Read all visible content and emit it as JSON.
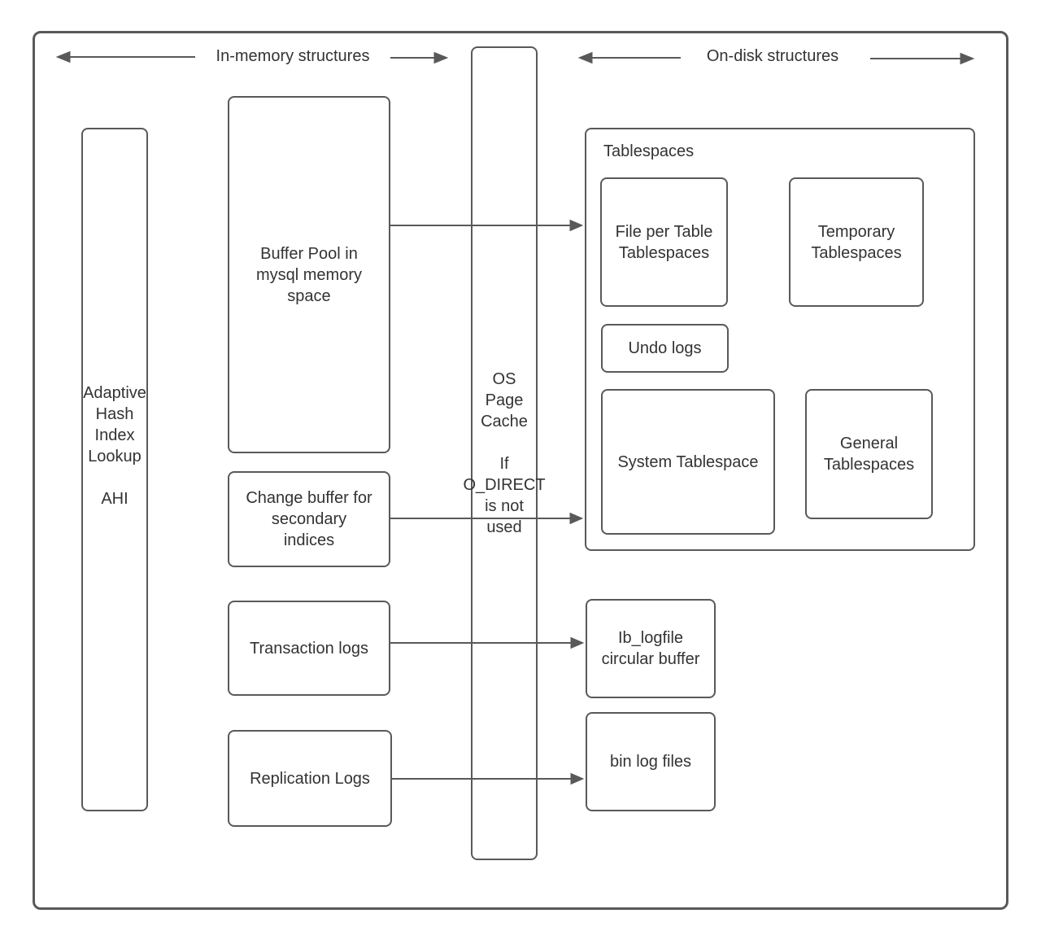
{
  "headers": {
    "in_memory": "In-memory structures",
    "on_disk": "On-disk structures"
  },
  "nodes": {
    "ahi": "Adaptive\nHash\nIndex\nLookup\n\nAHI",
    "buffer_pool": "Buffer Pool in\nmysql memory\nspace",
    "change_buffer": "Change buffer for\nsecondary\nindices",
    "transaction_logs": "Transaction logs",
    "replication_logs": "Replication Logs",
    "os_page_cache": "OS\nPage\nCache\n\nIf\nO_DIRECT\nis not\nused",
    "tablespaces": "Tablespaces",
    "file_per_table": "File per Table\nTablespaces",
    "temporary_tablespaces": "Temporary\nTablespaces",
    "undo_logs": "Undo logs",
    "system_tablespace": "System Tablespace",
    "general_tablespaces": "General\nTablespaces",
    "ib_logfile": "Ib_logfile\ncircular buffer",
    "bin_log_files": "bin log files"
  },
  "colors": {
    "stroke": "#595959",
    "text": "#333333",
    "background": "#ffffff"
  }
}
